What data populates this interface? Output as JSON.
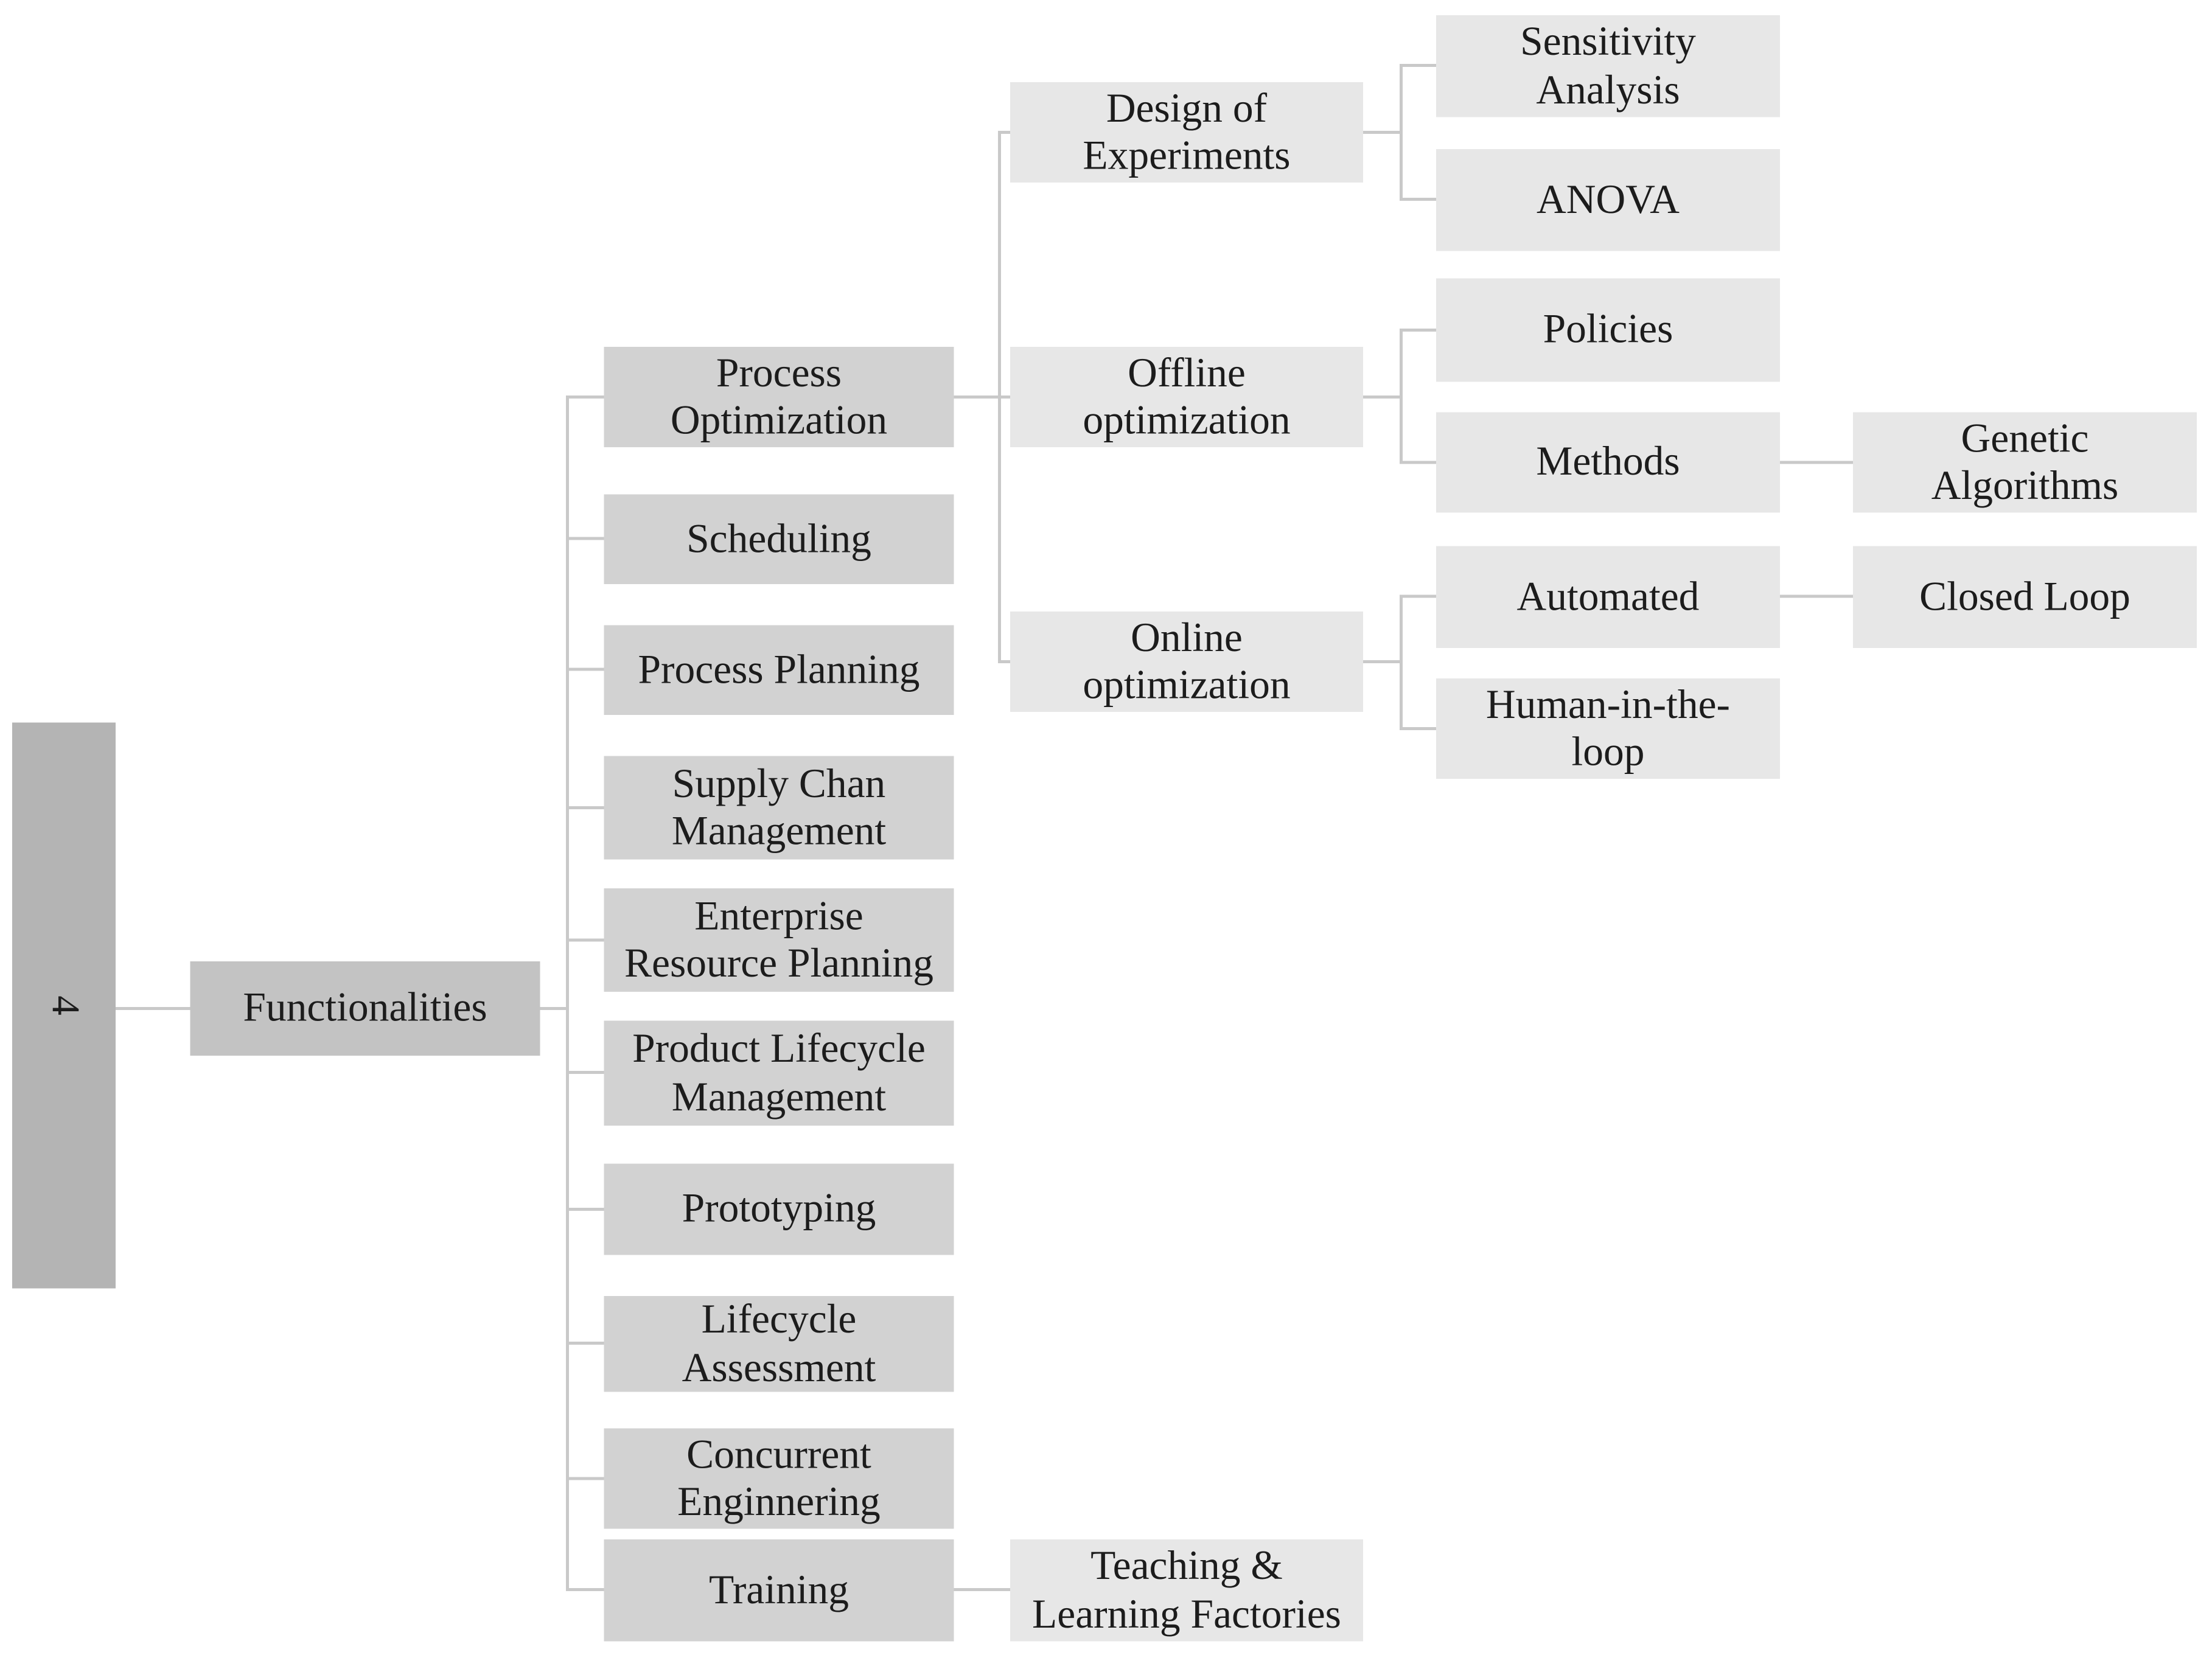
{
  "colors": {
    "bar": "#b4b4b4",
    "root": "#c3c3c3",
    "level2": "#d2d2d2",
    "leaf": "#e7e7e7",
    "connector": "#c9c9c9",
    "text": "#1c1c1c"
  },
  "tree": {
    "side_label": "4",
    "root": {
      "label": "Functionalities"
    },
    "functional_areas": [
      {
        "label": "Process\nOptimization"
      },
      {
        "label": "Scheduling"
      },
      {
        "label": "Process Planning"
      },
      {
        "label": "Supply Chan\nManagement"
      },
      {
        "label": "Enterprise\nResource Planning"
      },
      {
        "label": "Product Lifecycle\nManagement"
      },
      {
        "label": "Prototyping"
      },
      {
        "label": "Lifecycle\nAssessment"
      },
      {
        "label": "Concurrent\nEnginnering"
      },
      {
        "label": "Training"
      }
    ],
    "process_optimization_children": [
      {
        "label": "Design of\nExperiments"
      },
      {
        "label": "Offline\noptimization"
      },
      {
        "label": "Online\noptimization"
      }
    ],
    "doe_children": [
      {
        "label": "Sensitivity\nAnalysis"
      },
      {
        "label": "ANOVA"
      }
    ],
    "offline_children": [
      {
        "label": "Policies"
      },
      {
        "label": "Methods"
      }
    ],
    "online_children": [
      {
        "label": "Automated"
      },
      {
        "label": "Human-in-the-\nloop"
      }
    ],
    "methods_children": [
      {
        "label": "Genetic\nAlgorithms"
      }
    ],
    "automated_children": [
      {
        "label": "Closed Loop"
      }
    ],
    "training_children": [
      {
        "label": "Teaching &\nLearning Factories"
      }
    ]
  }
}
